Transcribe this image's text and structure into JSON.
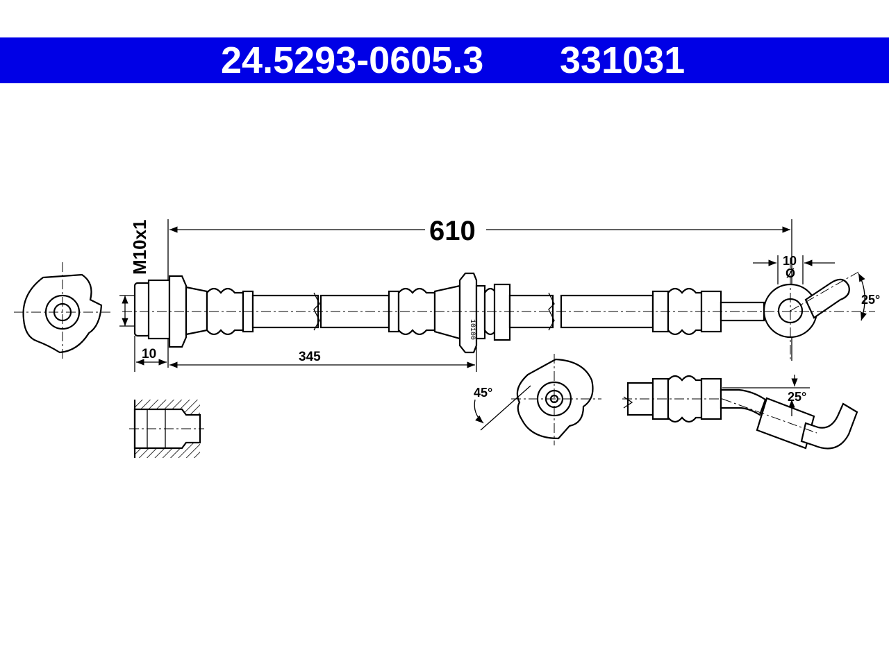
{
  "header": {
    "part_number": "24.5293-0605.3",
    "alt_number": "331031",
    "bar_color": "#0000e6",
    "text_color": "#ffffff"
  },
  "dimensions": {
    "total_length": "610",
    "thread": "M10x1",
    "thread_length": "10",
    "bracket_position": "345",
    "eye_diameter": "10",
    "diameter_symbol": "Ø",
    "angle_eye": "25°",
    "angle_bracket": "45°",
    "angle_bend": "25°"
  },
  "marking": "10100"
}
